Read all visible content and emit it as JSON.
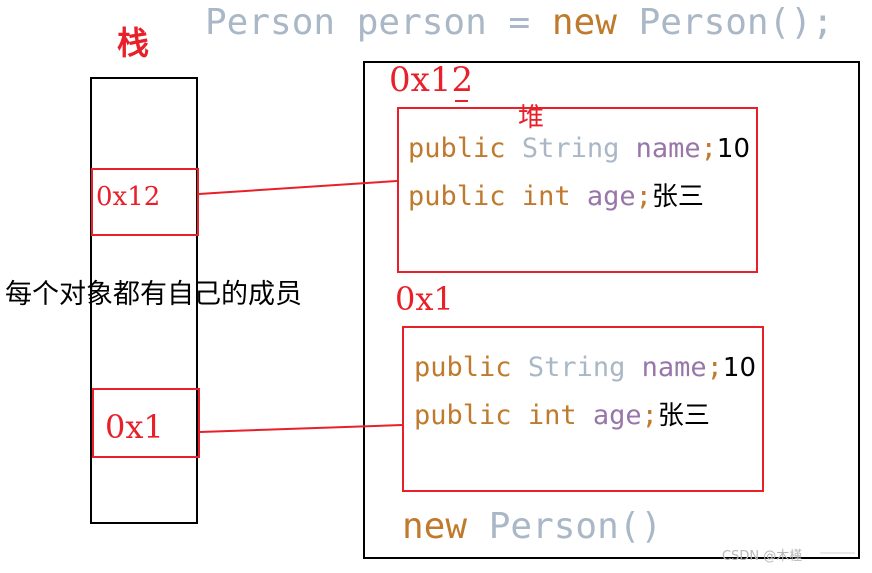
{
  "title": {
    "type_name": "Person",
    "var_name": "person",
    "equals": "=",
    "new_kw": "new",
    "ctor": "Person();"
  },
  "stack": {
    "label": "栈",
    "cells": [
      "0x12",
      "0x1"
    ]
  },
  "heap": {
    "label": "堆",
    "addresses": [
      "0x12",
      "0x1"
    ],
    "objects": [
      {
        "field1": {
          "modifier": "public",
          "type": "String",
          "name": "name",
          "semicolon": ";",
          "value": "10"
        },
        "field2": {
          "modifier": "public",
          "type": "int",
          "name": "age",
          "semicolon": ";",
          "value": "张三"
        }
      },
      {
        "field1": {
          "modifier": "public",
          "type": "String",
          "name": "name",
          "semicolon": ";",
          "value": "10"
        },
        "field2": {
          "modifier": "public",
          "type": "int",
          "name": "age",
          "semicolon": ";",
          "value": "张三"
        }
      }
    ],
    "footer": {
      "new_kw": "new",
      "ctor": "Person()"
    }
  },
  "caption": "每个对象都有自己的成员",
  "watermark": "CSDN @木槿",
  "colors": {
    "red": "#e8202a",
    "keyword": "#c07a2e",
    "type": "#a9b7c6",
    "field": "#9876aa"
  }
}
